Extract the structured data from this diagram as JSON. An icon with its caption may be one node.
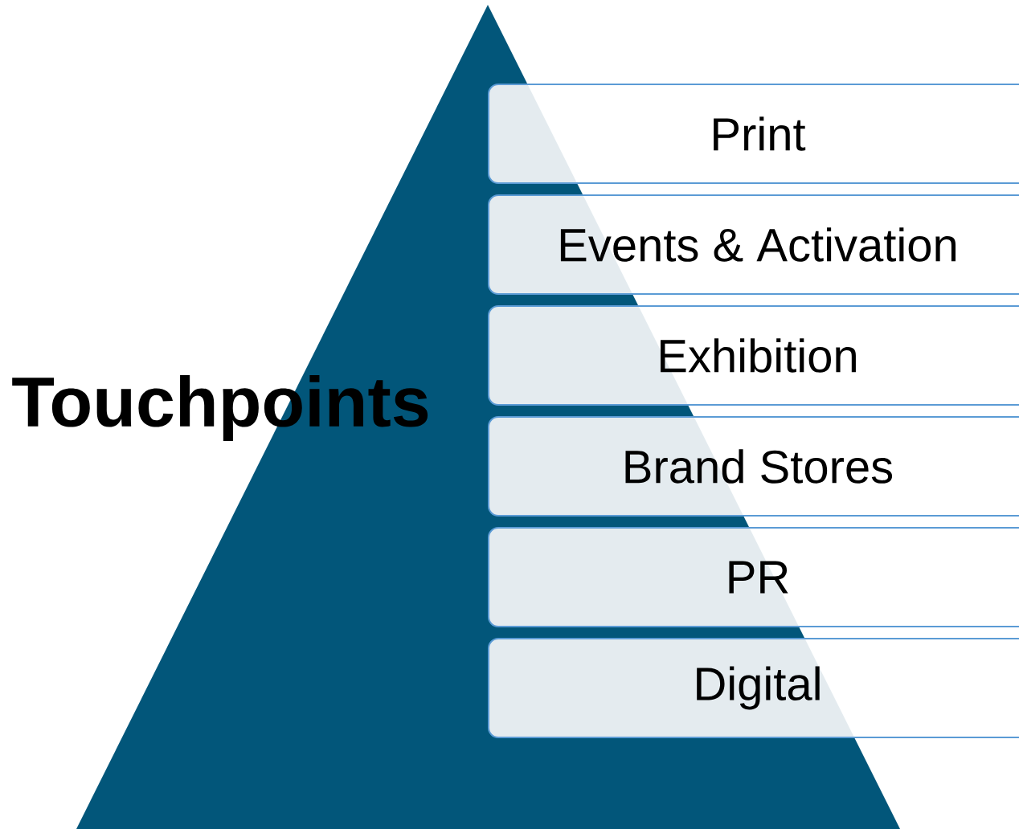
{
  "diagram": {
    "title": "Touchpoints",
    "nodes": [
      {
        "text": [
          "Print"
        ]
      },
      {
        "text": [
          "Events & Activation"
        ]
      },
      {
        "text": [
          "Exhibition"
        ]
      },
      {
        "text": [
          "Brand Stores"
        ]
      },
      {
        "text": [
          "PR"
        ]
      },
      {
        "text": [
          "Digital"
        ]
      }
    ]
  }
}
